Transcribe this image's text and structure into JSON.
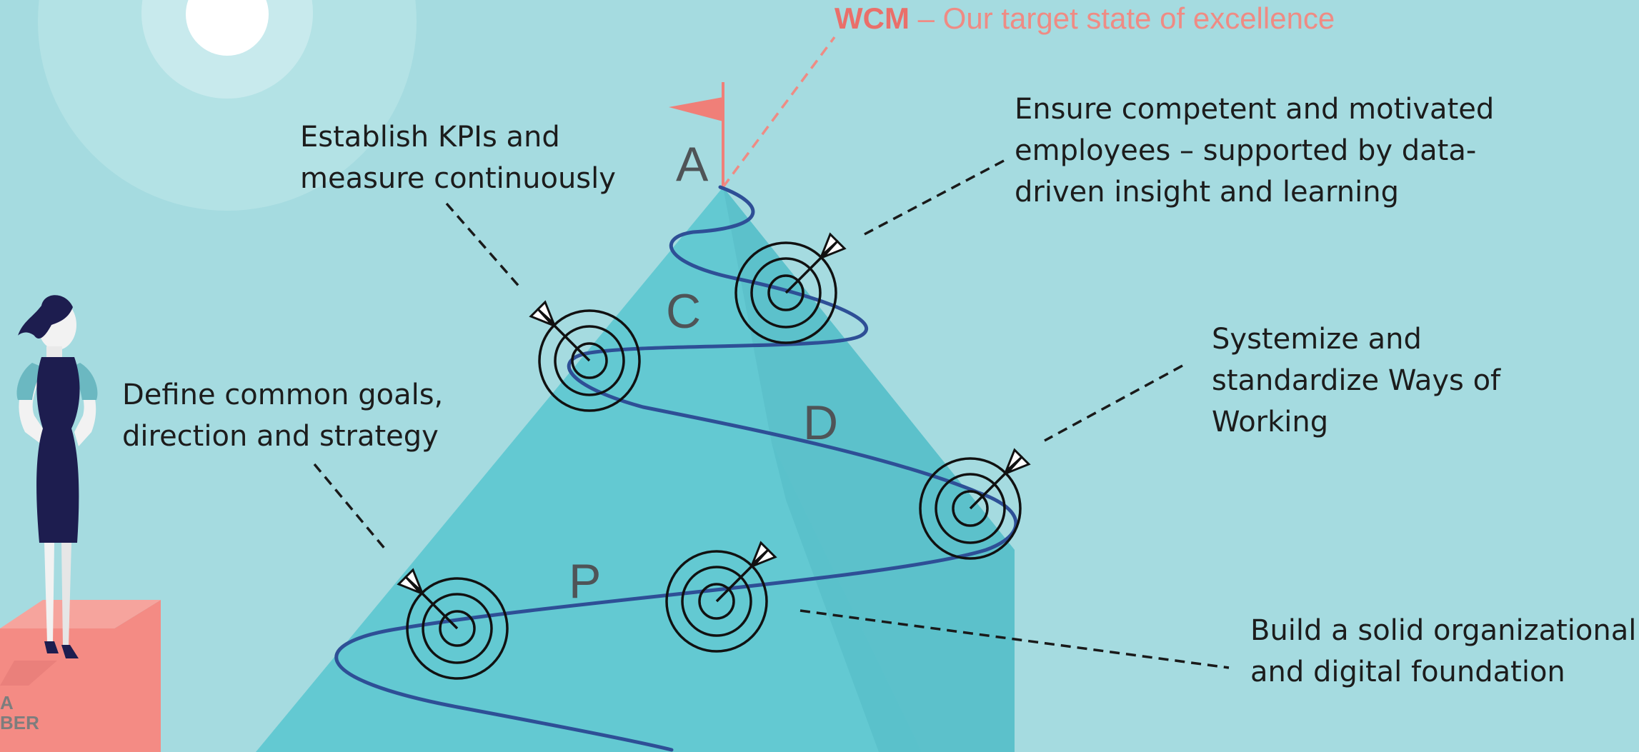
{
  "title": {
    "emphasis": "WCM",
    "rest": " – Our target state of excellence"
  },
  "letters": {
    "a": "A",
    "c": "C",
    "d": "D",
    "p": "P"
  },
  "callouts": {
    "kpis": "Establish KPIs and\nmeasure continuously",
    "employees": "Ensure competent and motivated\nemployees – supported by data-\ndriven insight and learning",
    "goals": "Define common goals,\ndirection and strategy",
    "systemize": "Systemize and\nstandardize Ways of\nWorking",
    "foundation": "Build a solid organizational\nand digital foundation"
  },
  "logo_text": "A\nBER",
  "colors": {
    "background": "#a5dbe0",
    "mountain": "#63c9d2",
    "path": "#2e4f96",
    "title_accent": "#ea6f6a",
    "flag": "#f07f78",
    "platform": "#f48b84"
  },
  "icons": [
    "target-icon",
    "flag-icon",
    "person-figure",
    "sun-icon",
    "mountain-icon"
  ]
}
